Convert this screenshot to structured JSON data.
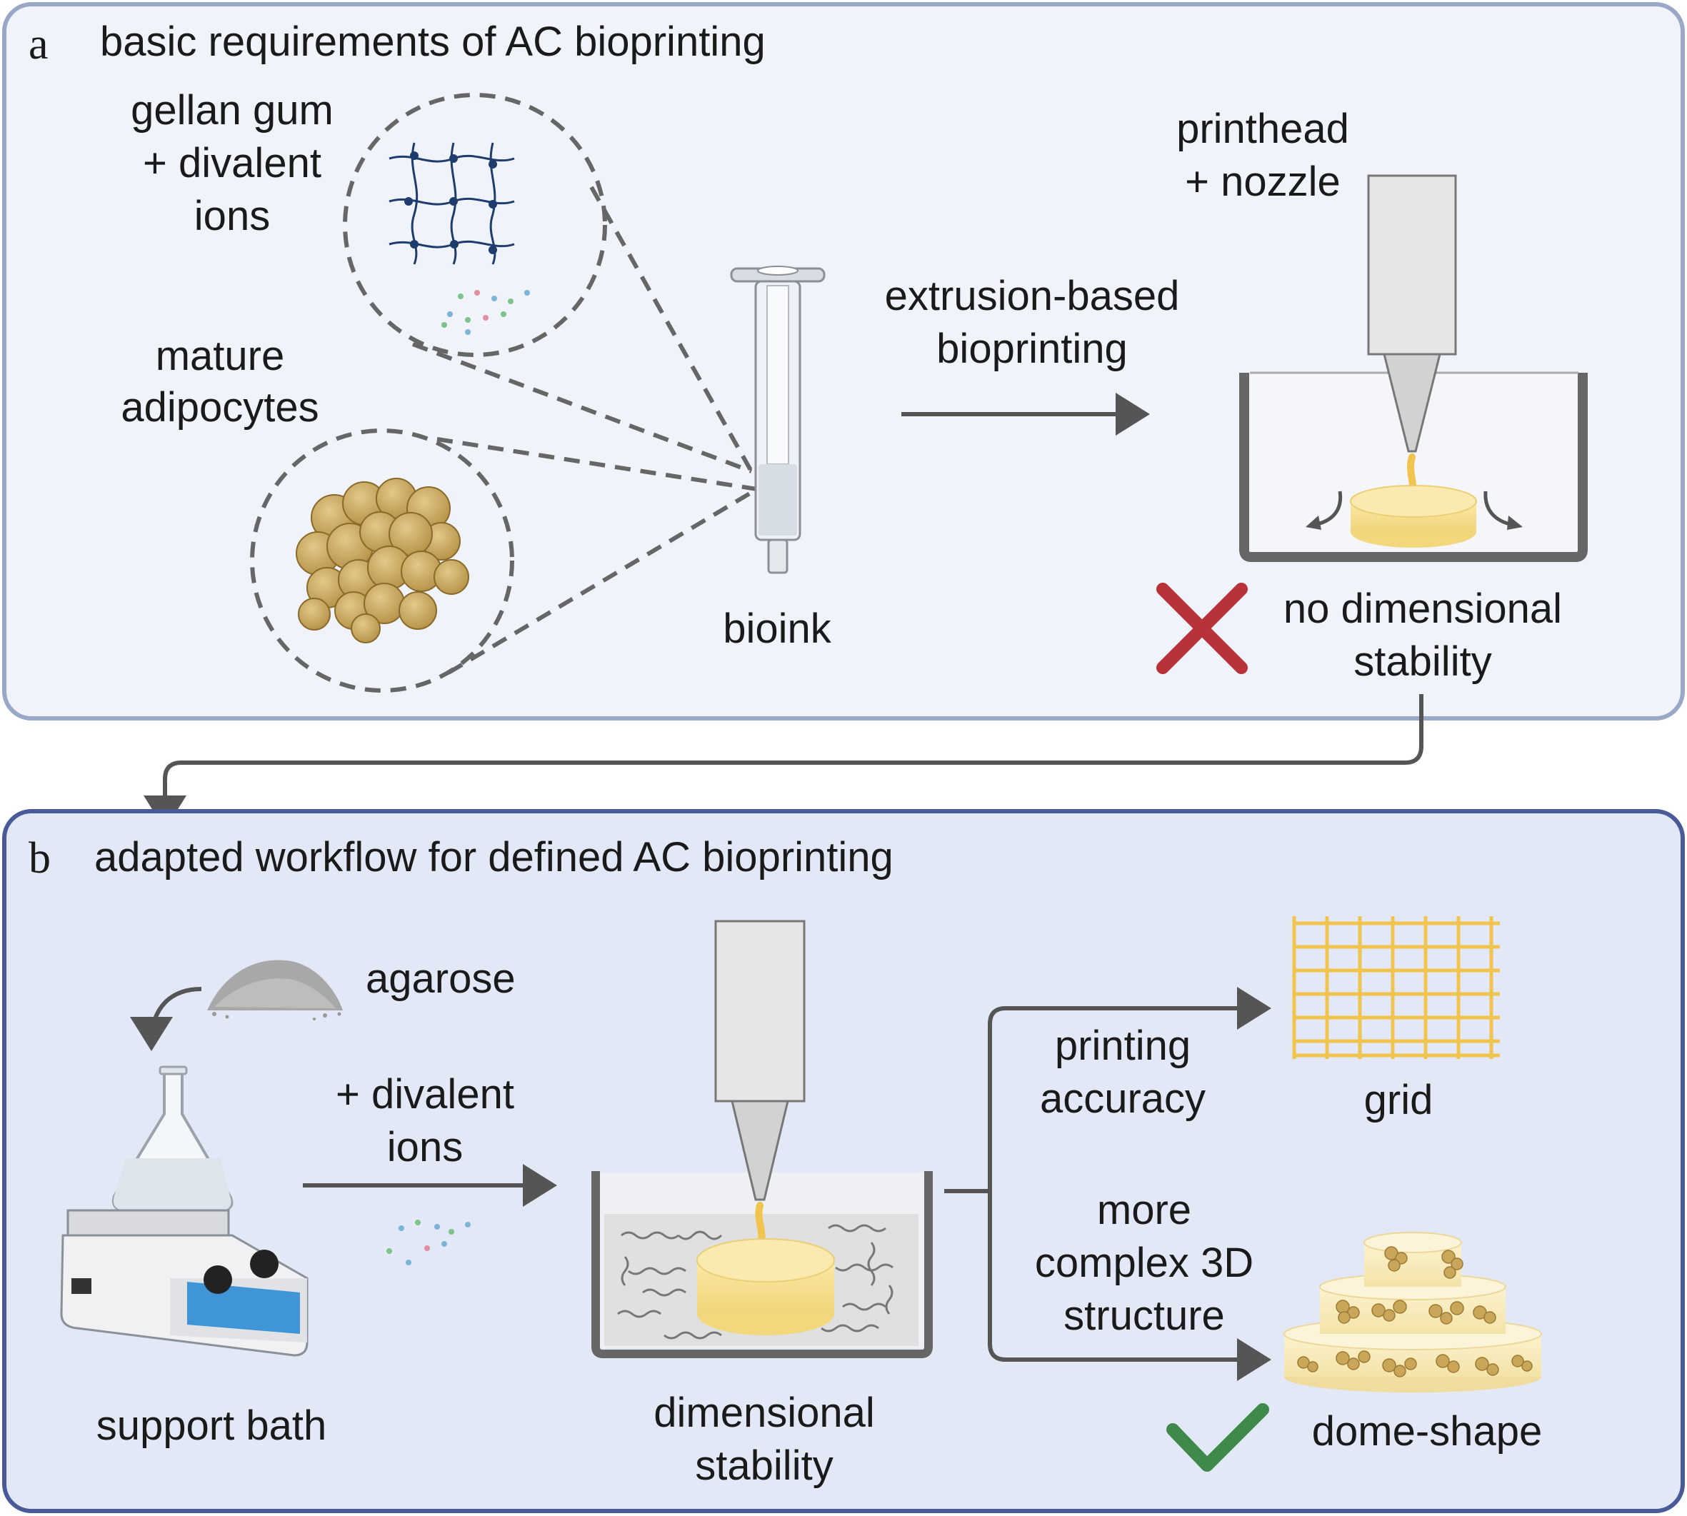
{
  "panel_a": {
    "letter": "a",
    "title": "basic requirements of AC bioprinting",
    "gellan_label": [
      "gellan gum",
      "+ divalent",
      "ions"
    ],
    "adipocytes_label": [
      "mature",
      "adipocytes"
    ],
    "bioink_label": "bioink",
    "extrusion_label": [
      "extrusion-based",
      "bioprinting"
    ],
    "printhead_label": [
      "printhead",
      "+ nozzle"
    ],
    "result_label": [
      "no dimensional",
      "stability"
    ]
  },
  "panel_b": {
    "letter": "b",
    "title": "adapted workflow for defined AC bioprinting",
    "agarose_label": "agarose",
    "divalent_label": [
      "+ divalent",
      "ions"
    ],
    "support_bath_label": "support bath",
    "stability_label": [
      "dimensional",
      "stability"
    ],
    "accuracy_label": [
      "printing",
      "accuracy"
    ],
    "grid_label": "grid",
    "complex_label": [
      "more",
      "complex 3D",
      "structure"
    ],
    "dome_label": "dome-shape"
  },
  "colors": {
    "panel_a_bg": "#f0f3fa",
    "panel_a_border": "#9aa8c8",
    "panel_b_bg": "#e3e8f7",
    "panel_b_border": "#4a5a99",
    "arrow": "#555555",
    "cross": "#b8323a",
    "check": "#3f8a4a",
    "bioink": "#f4d67a",
    "adipocyte": "#c9a65a"
  }
}
